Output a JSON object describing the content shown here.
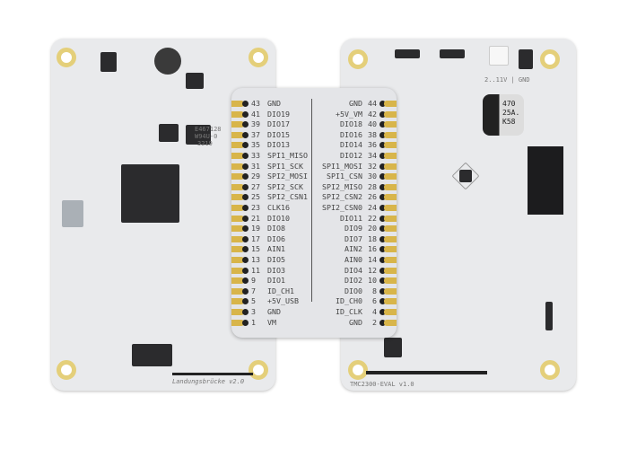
{
  "left_board": {
    "chip_marking": [
      "E467128",
      "W94U-0",
      "3219"
    ],
    "name": "Landungsbrücke v2.0"
  },
  "right_board": {
    "power_label": "2..11V | GND",
    "capacitor": [
      "470",
      "25A.",
      "K58"
    ],
    "name": "TMC2300-EVAL v1.0"
  },
  "adapter": {
    "rows": [
      {
        "ln": "43",
        "ll": "GND",
        "rl": "GND",
        "rn": "44"
      },
      {
        "ln": "41",
        "ll": "DIO19",
        "rl": "+5V_VM",
        "rn": "42"
      },
      {
        "ln": "39",
        "ll": "DIO17",
        "rl": "DIO18",
        "rn": "40"
      },
      {
        "ln": "37",
        "ll": "DIO15",
        "rl": "DIO16",
        "rn": "38"
      },
      {
        "ln": "35",
        "ll": "DIO13",
        "rl": "DIO14",
        "rn": "36"
      },
      {
        "ln": "33",
        "ll": "SPI1_MISO",
        "rl": "DIO12",
        "rn": "34"
      },
      {
        "ln": "31",
        "ll": "SPI1_SCK",
        "rl": "SPI1_MOSI",
        "rn": "32"
      },
      {
        "ln": "29",
        "ll": "SPI2_MOSI",
        "rl": "SPI1_CSN",
        "rn": "30"
      },
      {
        "ln": "27",
        "ll": "SPI2_SCK",
        "rl": "SPI2_MISO",
        "rn": "28"
      },
      {
        "ln": "25",
        "ll": "SPI2_CSN1",
        "rl": "SPI2_CSN2",
        "rn": "26"
      },
      {
        "ln": "23",
        "ll": "CLK16",
        "rl": "SPI2_CSN0",
        "rn": "24"
      },
      {
        "ln": "21",
        "ll": "DIO10",
        "rl": "DIO11",
        "rn": "22"
      },
      {
        "ln": "19",
        "ll": "DIO8",
        "rl": "DIO9",
        "rn": "20"
      },
      {
        "ln": "17",
        "ll": "DIO6",
        "rl": "DIO7",
        "rn": "18"
      },
      {
        "ln": "15",
        "ll": "AIN1",
        "rl": "AIN2",
        "rn": "16"
      },
      {
        "ln": "13",
        "ll": "DIO5",
        "rl": "AIN0",
        "rn": "14"
      },
      {
        "ln": "11",
        "ll": "DIO3",
        "rl": "DIO4",
        "rn": "12"
      },
      {
        "ln": "9",
        "ll": "DIO1",
        "rl": "DIO2",
        "rn": "10"
      },
      {
        "ln": "7",
        "ll": "ID_CH1",
        "rl": "DIO0",
        "rn": "8"
      },
      {
        "ln": "5",
        "ll": "+5V_USB",
        "rl": "ID_CH0",
        "rn": "6"
      },
      {
        "ln": "3",
        "ll": "GND",
        "rl": "ID_CLK",
        "rn": "4"
      },
      {
        "ln": "1",
        "ll": "VM",
        "rl": "GND",
        "rn": "2"
      }
    ]
  }
}
